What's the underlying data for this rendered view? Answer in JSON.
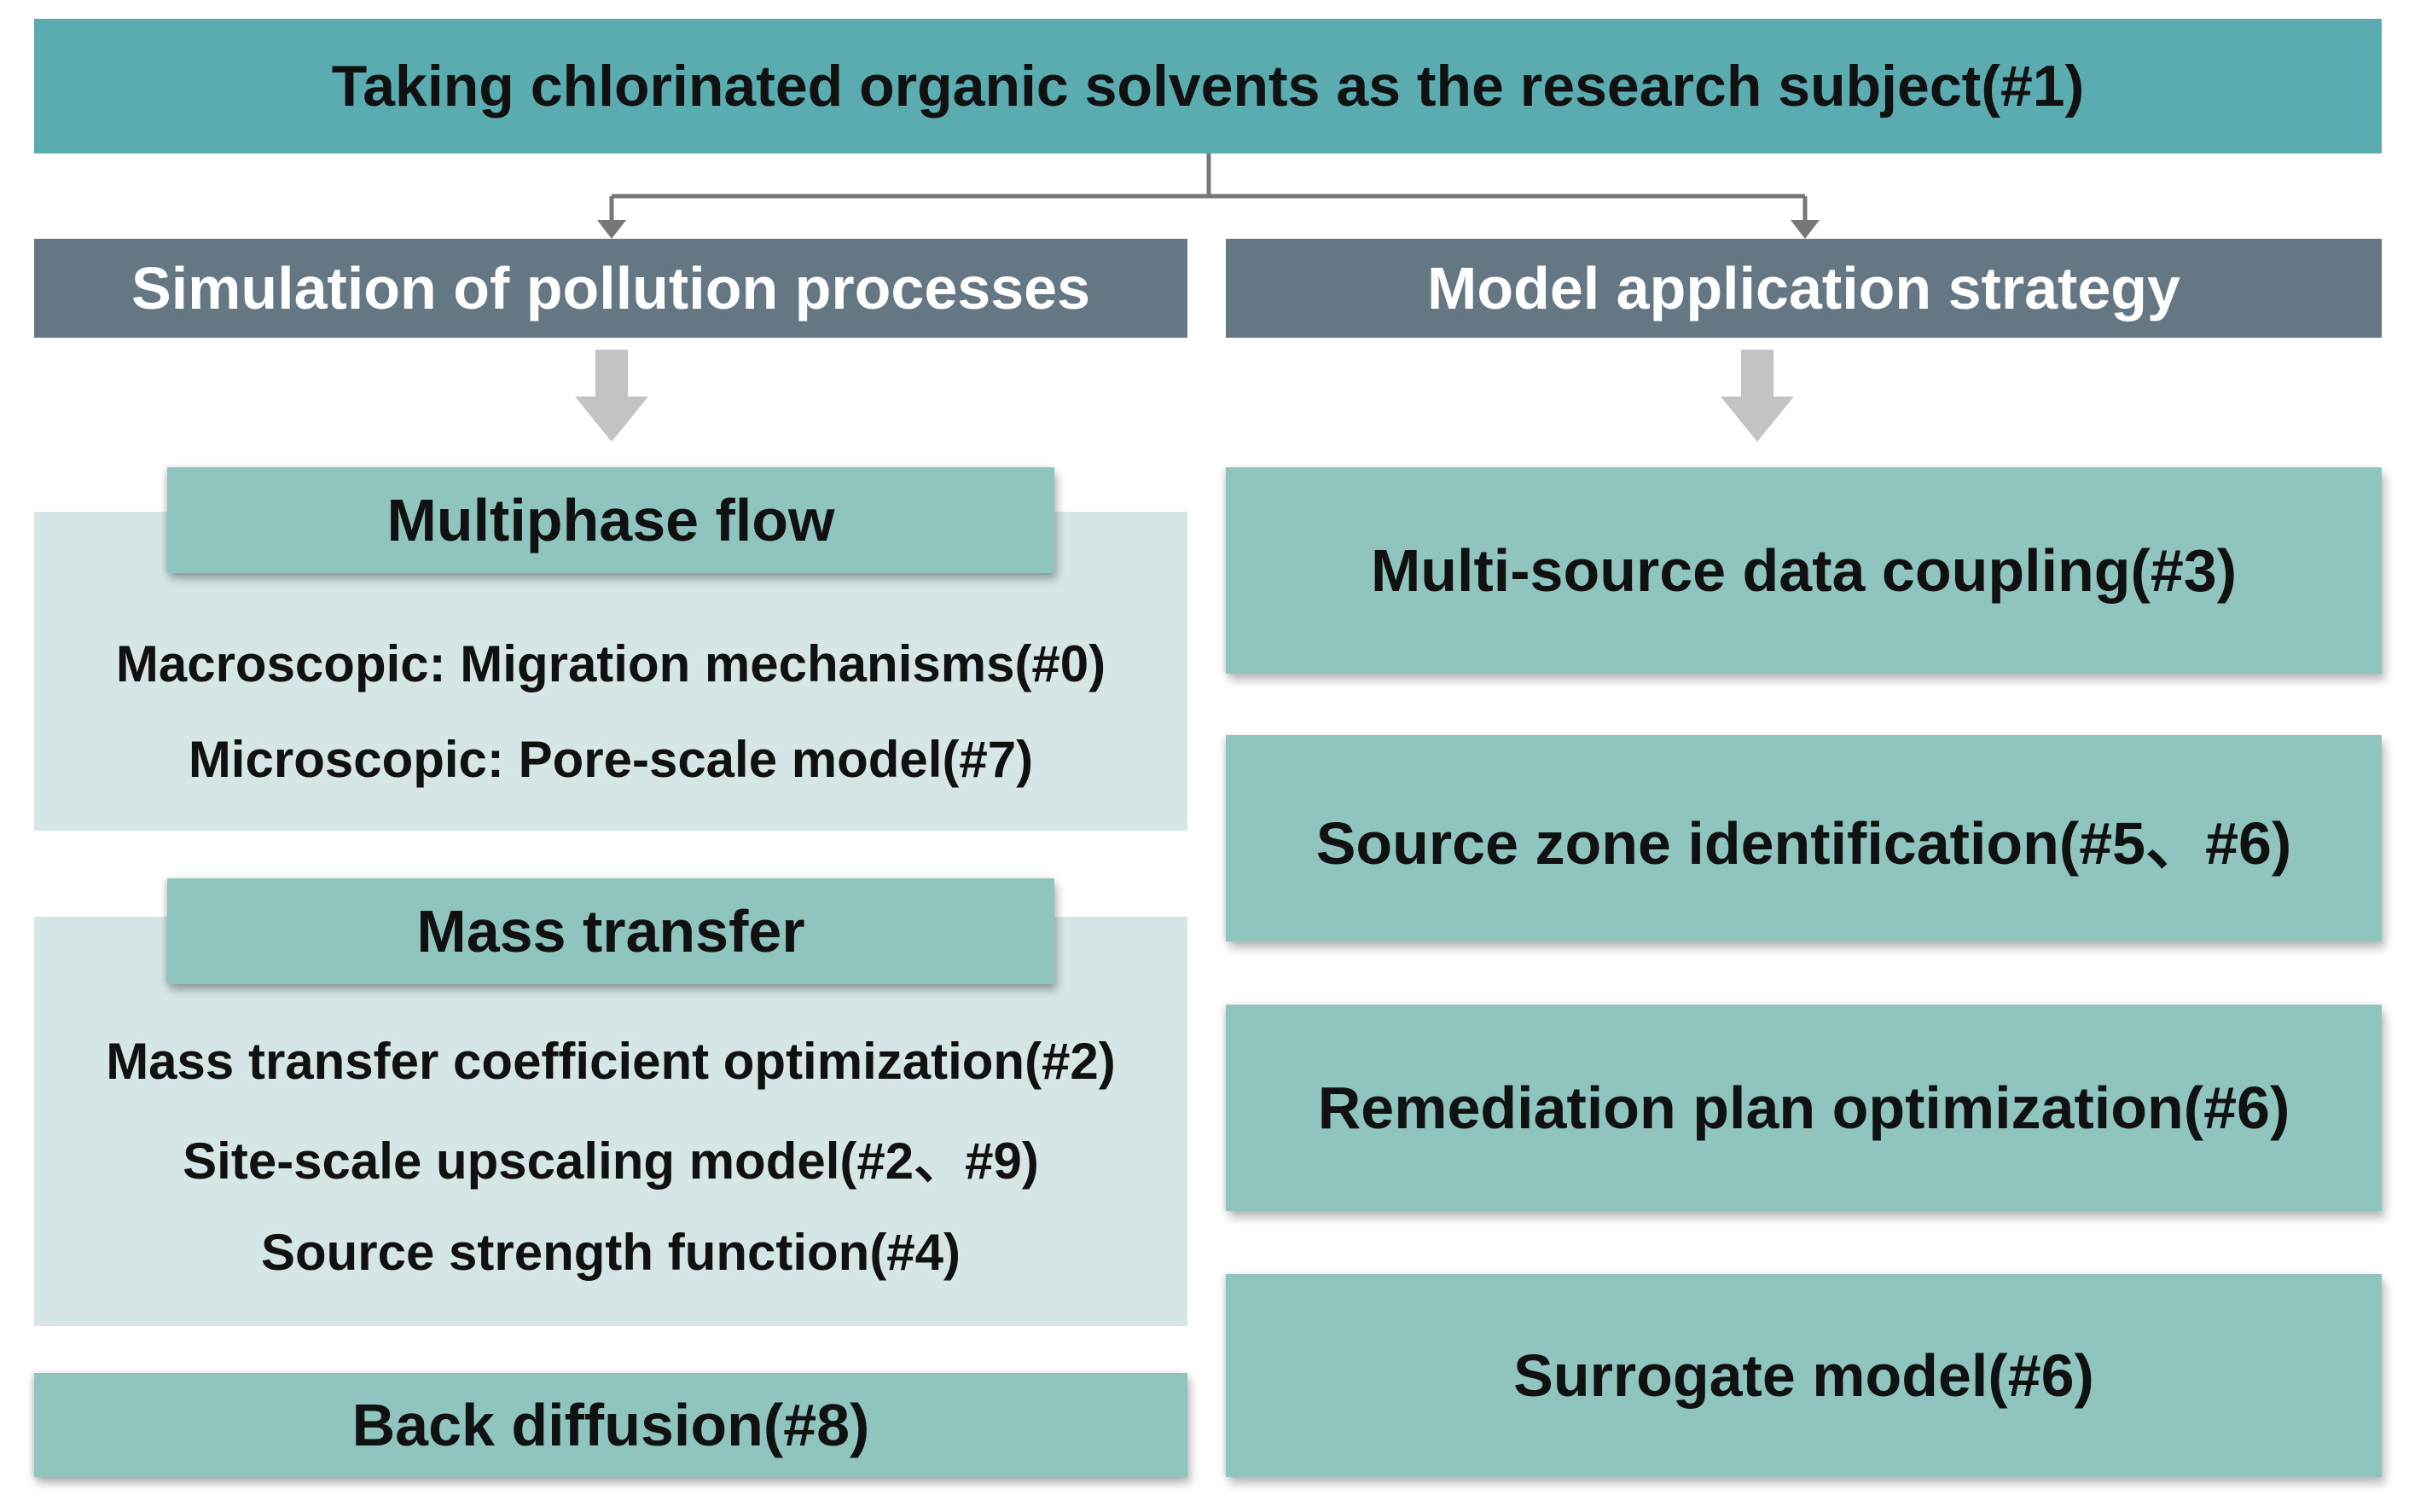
{
  "top": {
    "text": "Taking chlorinated organic solvents as the research subject(#1)"
  },
  "left": {
    "header": "Simulation of pollution processes",
    "multiphase": {
      "title": "Multiphase flow",
      "items": [
        "Macroscopic: Migration mechanisms(#0)",
        "Microscopic: Pore-scale model(#7)"
      ]
    },
    "mass_transfer": {
      "title": "Mass transfer",
      "items": [
        "Mass transfer coefficient optimization(#2)",
        "Site-scale upscaling model(#2、#9)",
        "Source strength function(#4)"
      ]
    },
    "back_diffusion": "Back diffusion(#8)"
  },
  "right": {
    "header": "Model application strategy",
    "items": [
      "Multi-source data coupling(#3)",
      "Source zone identification(#5、#6)",
      "Remediation plan optimization(#6)",
      "Surrogate model(#6)"
    ]
  },
  "colors": {
    "top_box": "#5aacb0",
    "header_box": "#667784",
    "pill": "#8fc4bf",
    "panel": "#d6e6e6",
    "arrow": "#c3c3c3",
    "connector": "#777777"
  }
}
